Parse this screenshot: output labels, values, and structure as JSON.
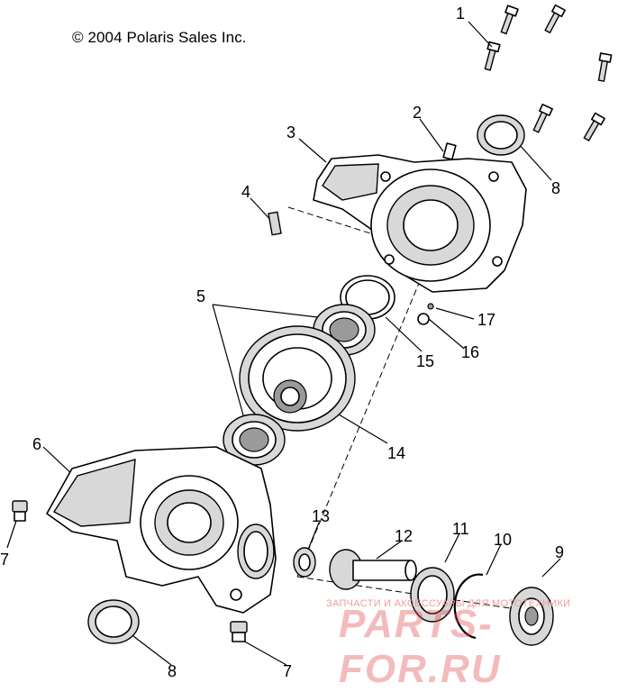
{
  "copyright": "© 2004 Polaris Sales Inc.",
  "callouts": [
    {
      "id": "1",
      "text": "1"
    },
    {
      "id": "2",
      "text": "2"
    },
    {
      "id": "3",
      "text": "3"
    },
    {
      "id": "4",
      "text": "4"
    },
    {
      "id": "5",
      "text": "5"
    },
    {
      "id": "6",
      "text": "6"
    },
    {
      "id": "7a",
      "text": "7"
    },
    {
      "id": "7b",
      "text": "7"
    },
    {
      "id": "8a",
      "text": "8"
    },
    {
      "id": "8b",
      "text": "8"
    },
    {
      "id": "9",
      "text": "9"
    },
    {
      "id": "10",
      "text": "10"
    },
    {
      "id": "11",
      "text": "11"
    },
    {
      "id": "12",
      "text": "12"
    },
    {
      "id": "13",
      "text": "13"
    },
    {
      "id": "14",
      "text": "14"
    },
    {
      "id": "15",
      "text": "15"
    },
    {
      "id": "16",
      "text": "16"
    },
    {
      "id": "17",
      "text": "17"
    }
  ],
  "watermark": {
    "caption": "ЗАПЧАСТИ И АКСЕССУАРЫ ДЛЯ МОТОТЕХНИКИ",
    "brand": "PARTS-FOR.RU"
  }
}
